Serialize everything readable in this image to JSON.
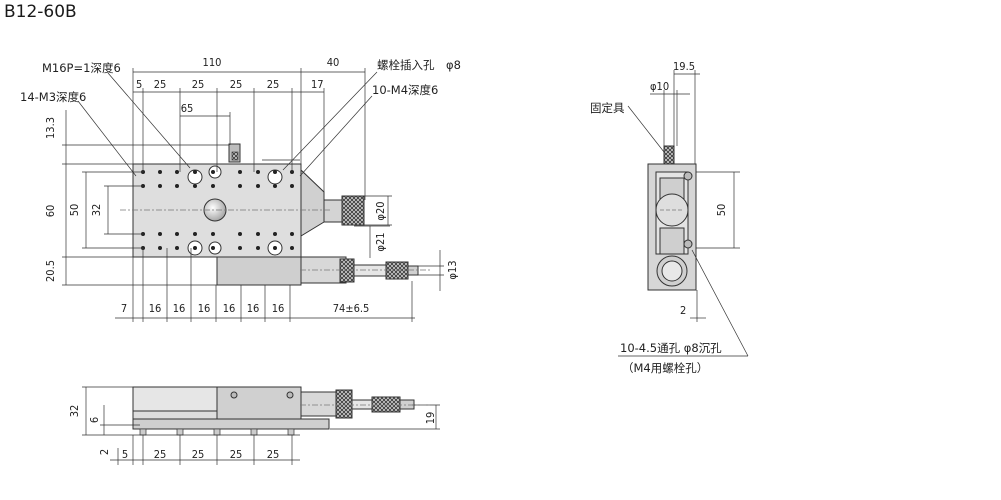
{
  "title": "B12-60B",
  "top_view": {
    "dims_top": {
      "overall_width": "110",
      "knob_offset": "40",
      "pitch_labels": [
        "5",
        "25",
        "25",
        "25",
        "25"
      ],
      "c65": "65",
      "c17": "17"
    },
    "dims_left": {
      "d13_3": "13.3",
      "d60": "60",
      "d50": "50",
      "d32": "32",
      "d20_5": "20.5"
    },
    "dims_bottom": {
      "pitches": [
        "7",
        "16",
        "16",
        "16",
        "16",
        "16",
        "16"
      ],
      "travel": "74±6.5"
    },
    "dims_right": {
      "phi20": "φ20",
      "phi21": "φ21",
      "phi13": "φ13"
    },
    "callouts": {
      "m16": "M16P=1深度6",
      "m3": "14-M3深度6",
      "bolt_insert": "螺栓插入孔　φ8",
      "m4": "10-M4深度6"
    }
  },
  "side_view": {
    "dims": {
      "d19_5": "19.5",
      "phi10": "φ10",
      "d50": "50",
      "d2": "2"
    },
    "labels": {
      "fixture": "固定具",
      "hole_note": "10-4.5通孔 φ8沉孔",
      "hole_note_sub": "（M4用螺栓孔）"
    }
  },
  "front_view": {
    "dims": {
      "d32": "32",
      "d6": "6",
      "d2": "2",
      "d19": "19",
      "pitches": [
        "5",
        "25",
        "25",
        "25",
        "25"
      ]
    }
  }
}
